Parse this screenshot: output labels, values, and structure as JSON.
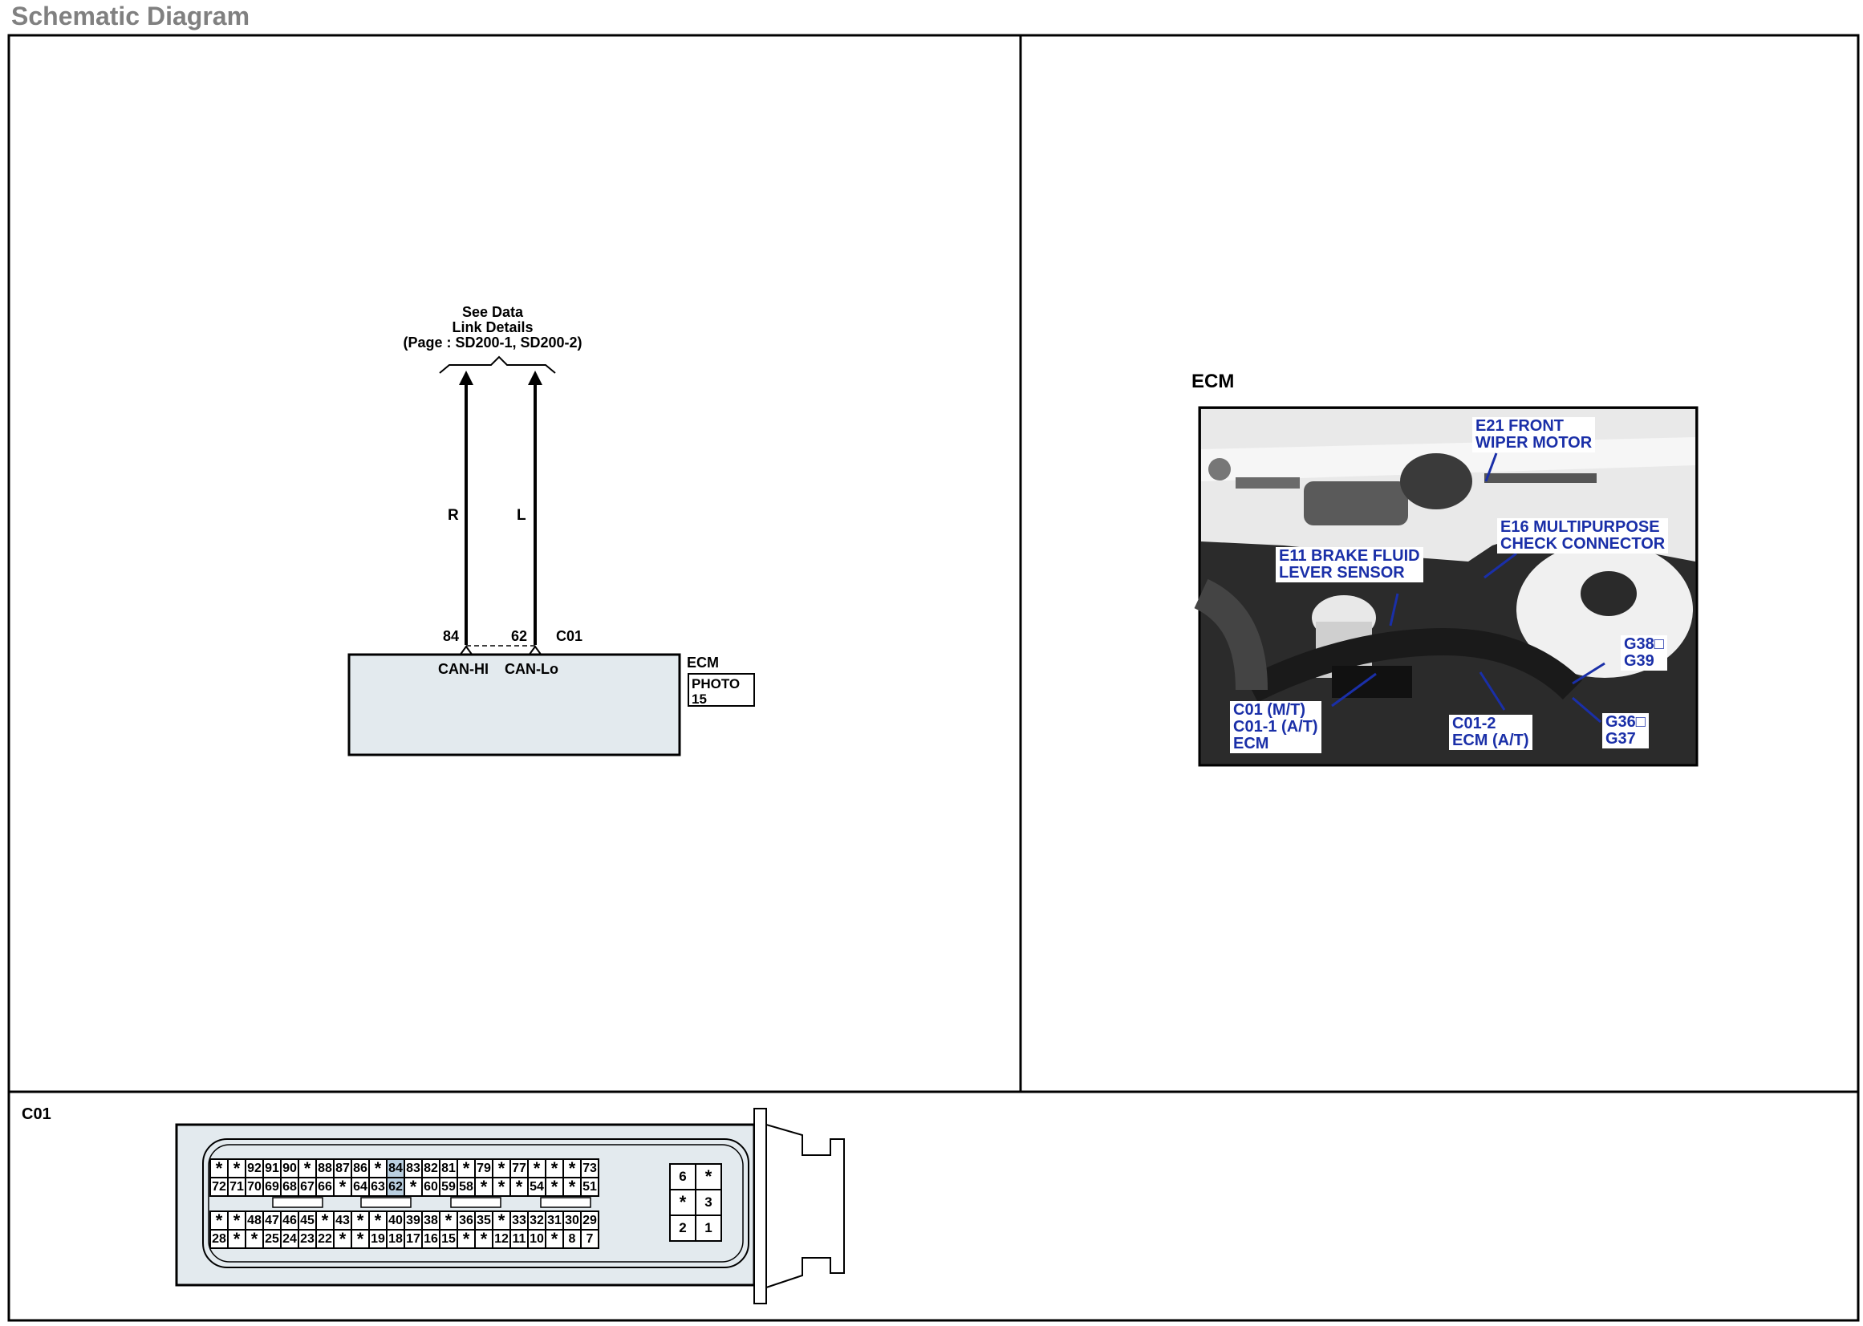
{
  "page_title": "Schematic Diagram",
  "colors": {
    "ecm_fill": "#e3eaee",
    "connector_fill": "#e3eaee",
    "highlight": "#b9cfe0",
    "photo_label": "#1a2fa8",
    "title_gray": "#808080"
  },
  "schematic": {
    "reference_note_line1": "See Data",
    "reference_note_line2": "Link Details",
    "reference_note_line3": "(Page : SD200-1, SD200-2)",
    "wires": [
      {
        "color_code": "R",
        "pin": "84",
        "terminal": "CAN-HI"
      },
      {
        "color_code": "L",
        "pin": "62",
        "terminal": "CAN-Lo"
      }
    ],
    "connector_id": "C01",
    "component_name": "ECM",
    "photo_ref_line1": "PHOTO",
    "photo_ref_line2": "15"
  },
  "photo": {
    "title": "ECM",
    "labels": [
      {
        "id": "e21",
        "text": "E21 FRONT\nWIPER MOTOR"
      },
      {
        "id": "e16",
        "text": "E16 MULTIPURPOSE\nCHECK CONNECTOR"
      },
      {
        "id": "e11",
        "text": "E11 BRAKE FLUID\nLEVER SENSOR"
      },
      {
        "id": "g38",
        "text": "G38□\nG39"
      },
      {
        "id": "c01",
        "text": "C01 (M/T)\nC01-1 (A/T)\nECM"
      },
      {
        "id": "c012",
        "text": "C01-2\nECM (A/T)"
      },
      {
        "id": "g36",
        "text": "G36□\nG37"
      }
    ]
  },
  "connector": {
    "id": "C01",
    "highlight_pins": [
      "84",
      "62"
    ],
    "rows": [
      [
        "*",
        "*",
        "92",
        "91",
        "90",
        "*",
        "88",
        "87",
        "86",
        "*",
        "84",
        "83",
        "82",
        "81",
        "*",
        "79",
        "*",
        "77",
        "*",
        "*",
        "*",
        "73"
      ],
      [
        "72",
        "71",
        "70",
        "69",
        "68",
        "67",
        "66",
        "*",
        "64",
        "63",
        "62",
        "*",
        "60",
        "59",
        "58",
        "*",
        "*",
        "*",
        "54",
        "*",
        "*",
        "51"
      ],
      [
        "*",
        "*",
        "48",
        "47",
        "46",
        "45",
        "*",
        "43",
        "*",
        "*",
        "40",
        "39",
        "38",
        "*",
        "36",
        "35",
        "*",
        "33",
        "32",
        "31",
        "30",
        "29"
      ],
      [
        "28",
        "*",
        "*",
        "25",
        "24",
        "23",
        "22",
        "*",
        "*",
        "19",
        "18",
        "17",
        "16",
        "15",
        "*",
        "*",
        "12",
        "11",
        "10",
        "*",
        "8",
        "7"
      ]
    ],
    "small_rows": [
      [
        "6",
        "*"
      ],
      [
        "*",
        "3"
      ],
      [
        "2",
        "1"
      ]
    ]
  }
}
